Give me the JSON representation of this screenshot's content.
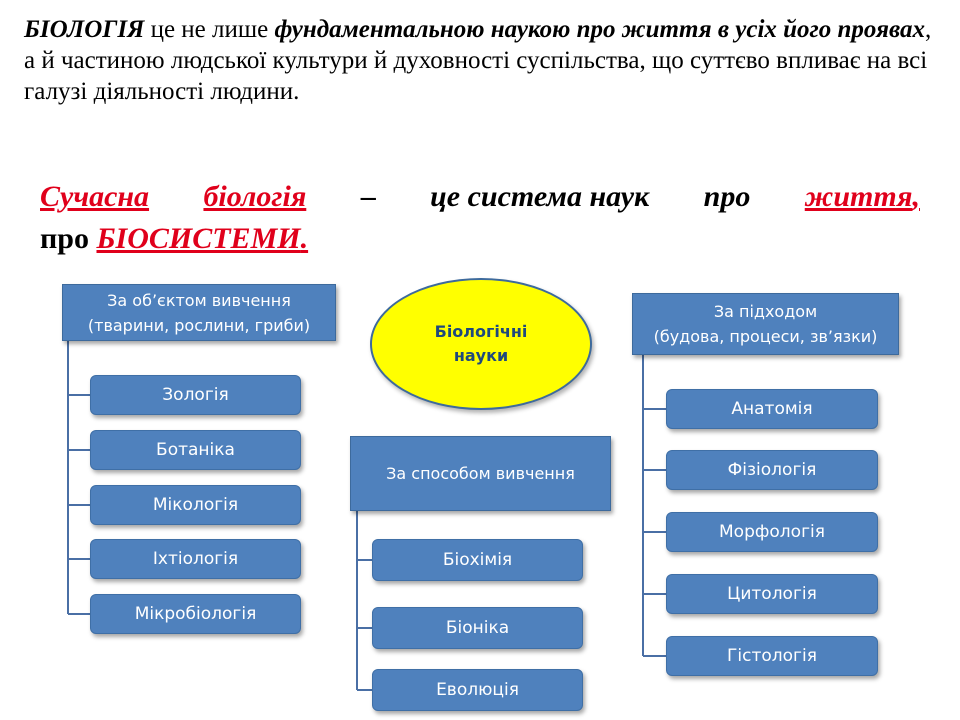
{
  "intro": {
    "part1": "БІОЛОГІЯ",
    "part2": " це не лише ",
    "part3": "фундаментальною наукою про життя в усіх його проявах",
    "part4": ", а й частиною людської культури й духовності суспільства, що суттєво впливає на всі галузі діяльності людини."
  },
  "definition": {
    "w1": "Сучасна",
    "w2": "біологія",
    "w3": "–",
    "w4": "це система наук",
    "w5": "про",
    "w6": "життя",
    "w7": ",",
    "w8": "про",
    "w9": "БІОСИСТЕМИ",
    "w10": "."
  },
  "center": {
    "line1": "Біологічні",
    "line2": "науки"
  },
  "colors": {
    "box_fill": "#4f81bd",
    "center_fill": "#ffff00",
    "connector": "#4a6fa5",
    "accent_red": "#e0001b"
  },
  "groups": [
    {
      "header_line1": "За об’єктом вивчення",
      "header_line2": "(тварини, рослини, гриби)",
      "items": [
        "Зологія",
        "Ботаніка",
        "Мікологія",
        "Іхтіологія",
        "Мікробіологія"
      ]
    },
    {
      "header_line1": "За способом вивчення",
      "items": [
        "Біохімія",
        "Біоніка",
        "Еволюція"
      ]
    },
    {
      "header_line1": "За підходом",
      "header_line2": "(будова, процеси, зв’язки)",
      "items": [
        "Анатомія",
        "Фізіологія",
        "Морфологія",
        "Цитологія",
        "Гістологія"
      ]
    }
  ]
}
